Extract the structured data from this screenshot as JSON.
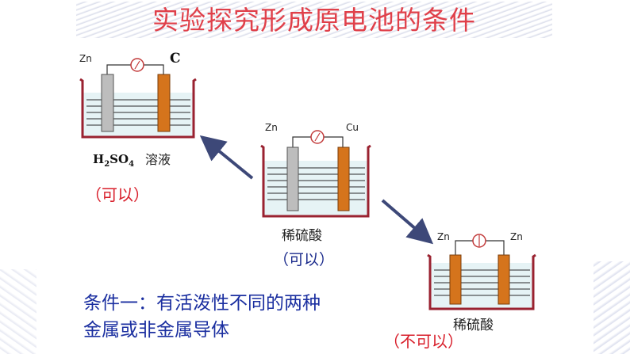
{
  "title": "实验探究形成原电池的条件",
  "diagram_left": {
    "electrode_left": "Zn",
    "electrode_right": "C",
    "solution_formula": "H",
    "solution_sub1": "2",
    "solution_mid": "SO",
    "solution_sub2": "4",
    "solution_word": "溶液",
    "verdict": "（可以）"
  },
  "diagram_center": {
    "electrode_left": "Zn",
    "electrode_right": "Cu",
    "solution": "稀硫酸",
    "verdict": "（可以）"
  },
  "diagram_right": {
    "electrode_left": "Zn",
    "electrode_right": "Zn",
    "solution": "稀硫酸",
    "verdict": "（不可以）"
  },
  "condition": {
    "line1": "条件一：有活泼性不同的两种",
    "line2": "金属或非金属导体"
  },
  "colors": {
    "title": "#e0404a",
    "verdict_red": "#d81e2a",
    "verdict_blue": "#1b2b8c",
    "condition_text": "#1b2fa0",
    "beaker": "#9a2230",
    "liquid": "#e6f3f5",
    "copper_electrode": "#d5741c",
    "zinc_electrode": "#bdbdbd",
    "arrow": "#3d4878"
  },
  "icons": [
    "galvanometer-icon",
    "arrow-icon"
  ]
}
